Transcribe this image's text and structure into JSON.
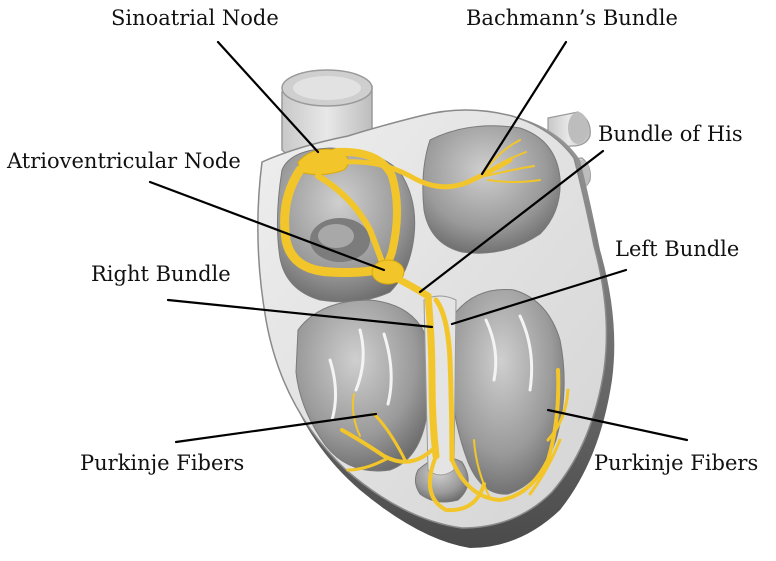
{
  "colors": {
    "conduction": "#f2c62a",
    "conduction_dark": "#d9a90e",
    "wall_light": "#e6e6e6",
    "wall_mid": "#c9c9c9",
    "chamber_dark": "#6a6a6a",
    "chamber_mid": "#9b9b9b",
    "outline": "#6e6e6e",
    "leader_line": "#000000"
  },
  "labels": {
    "sinoatrial_node": "Sinoatrial Node",
    "bachmanns_bundle": "Bachmann’s Bundle",
    "bundle_of_his": "Bundle of His",
    "atrioventricular_node": "Atrioventricular Node",
    "left_bundle": "Left Bundle",
    "right_bundle": "Right Bundle",
    "purkinje_fibers_left": "Purkinje Fibers",
    "purkinje_fibers_right": "Purkinje Fibers"
  }
}
